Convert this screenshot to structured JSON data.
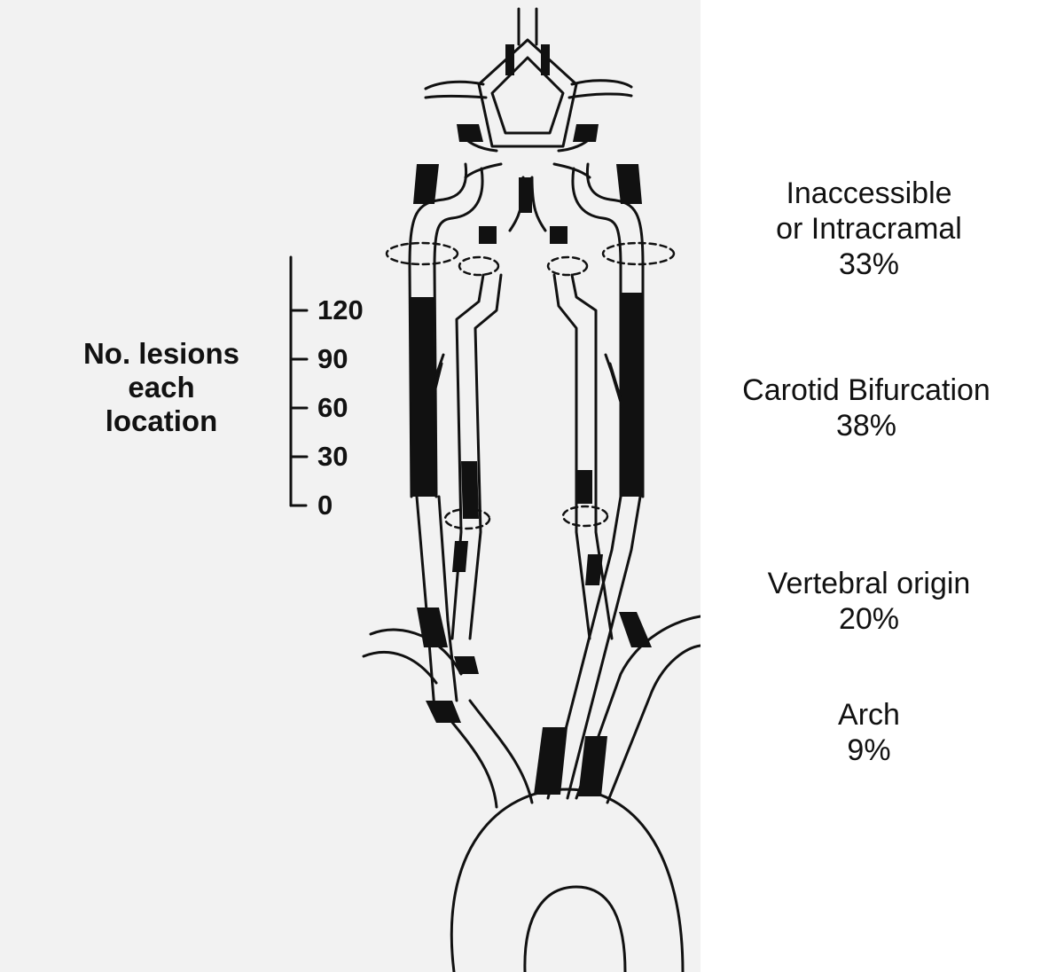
{
  "scale": {
    "title_lines": [
      "No. lesions",
      "each",
      "location"
    ],
    "ticks": [
      "120",
      "90",
      "60",
      "30",
      "0"
    ]
  },
  "locations": [
    {
      "lines": [
        "Inaccessible",
        "or  Intracramal",
        "33%"
      ]
    },
    {
      "lines": [
        "Carotid  Bifurcation",
        "38%"
      ]
    },
    {
      "lines": [
        "Vertebral  origin",
        "20%"
      ]
    },
    {
      "lines": [
        "Arch",
        "9%"
      ]
    }
  ],
  "colors": {
    "ink": "#111111",
    "panel": "#f2f2f2",
    "vessel": "#ffffff"
  }
}
